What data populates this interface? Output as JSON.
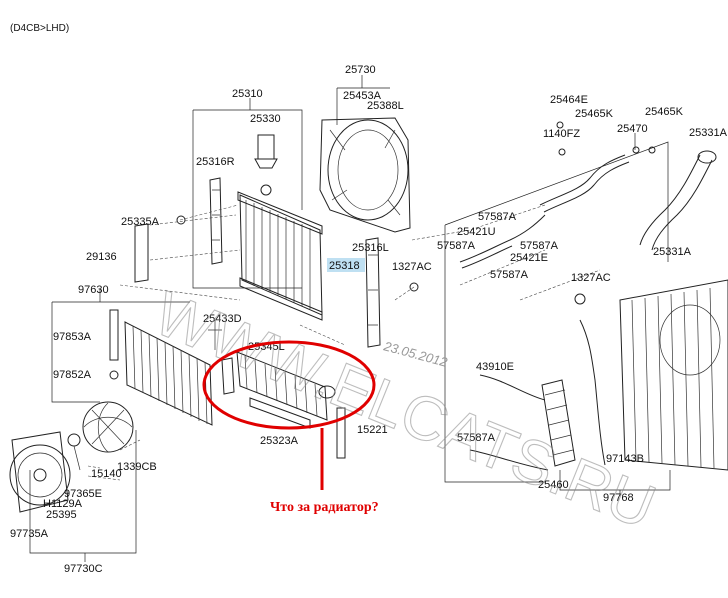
{
  "header": {
    "variant_code": "(D4CB>LHD)"
  },
  "labels": {
    "p25730": "25730",
    "p25453A": "25453A",
    "p25388L": "25388L",
    "p25310": "25310",
    "p25330": "25330",
    "p25316R": "25316R",
    "p25335A": "25335A",
    "p29136": "29136",
    "p97630": "97630",
    "p97853A": "97853A",
    "p97852A": "97852A",
    "p25433D": "25433D",
    "p25345L": "25345L",
    "p25323A": "25323A",
    "p15221": "15221",
    "p25316L": "25316L",
    "p25318": "25318",
    "p1327AC_a": "1327AC",
    "p1339CB": "1339CB",
    "p15140": "15140",
    "p97365E": "97365E",
    "pH1129A": "H1129A",
    "p25395": "25395",
    "p97735A": "97735A",
    "p97730C": "97730C",
    "p25464E": "25464E",
    "p25465K_a": "25465K",
    "p25465K_b": "25465K",
    "p1140FZ": "1140FZ",
    "p25470": "25470",
    "p25331A_a": "25331A",
    "p57587A_a": "57587A",
    "p25421U": "25421U",
    "p57587A_b": "57587A",
    "p57587A_c": "57587A",
    "p25421E": "25421E",
    "p57587A_d": "57587A",
    "p25331A_b": "25331A",
    "p1327AC_b": "1327AC",
    "p43910E": "43910E",
    "p57587A_e": "57587A",
    "p25460": "25460",
    "p97143B": "97143B",
    "p97768": "97768"
  },
  "watermark": {
    "site": "WWW.ELCATS.RU",
    "date": "23.05.2012"
  },
  "annotation": {
    "question": "Что за радиатор?",
    "highlight_color": "#e00000"
  },
  "colors": {
    "line": "#222222",
    "label_highlight": "#bfe0f2"
  }
}
